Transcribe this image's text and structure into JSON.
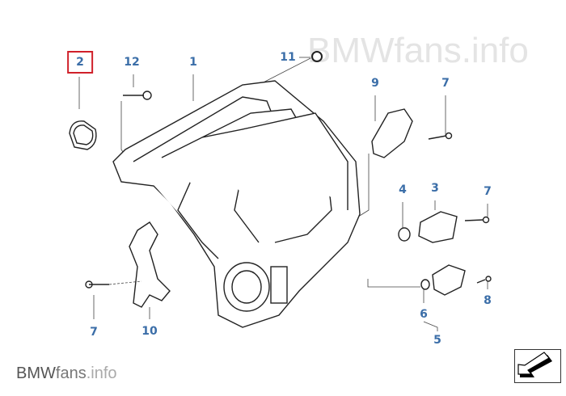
{
  "watermark": {
    "brand": "BMW",
    "fans": "fans",
    "info": ".info"
  },
  "footer_logo": {
    "brand": "BMW",
    "fans": "fans",
    "info": ".info"
  },
  "callouts": [
    {
      "id": "2",
      "selected": true
    },
    {
      "id": "12"
    },
    {
      "id": "1"
    },
    {
      "id": "11"
    },
    {
      "id": "9"
    },
    {
      "id": "7"
    },
    {
      "id": "4"
    },
    {
      "id": "3"
    },
    {
      "id": "7"
    },
    {
      "id": "7"
    },
    {
      "id": "10"
    },
    {
      "id": "6"
    },
    {
      "id": "8"
    },
    {
      "id": "5"
    }
  ],
  "colors": {
    "callout": "#3b6ea8",
    "selected_border": "#d0202a"
  }
}
